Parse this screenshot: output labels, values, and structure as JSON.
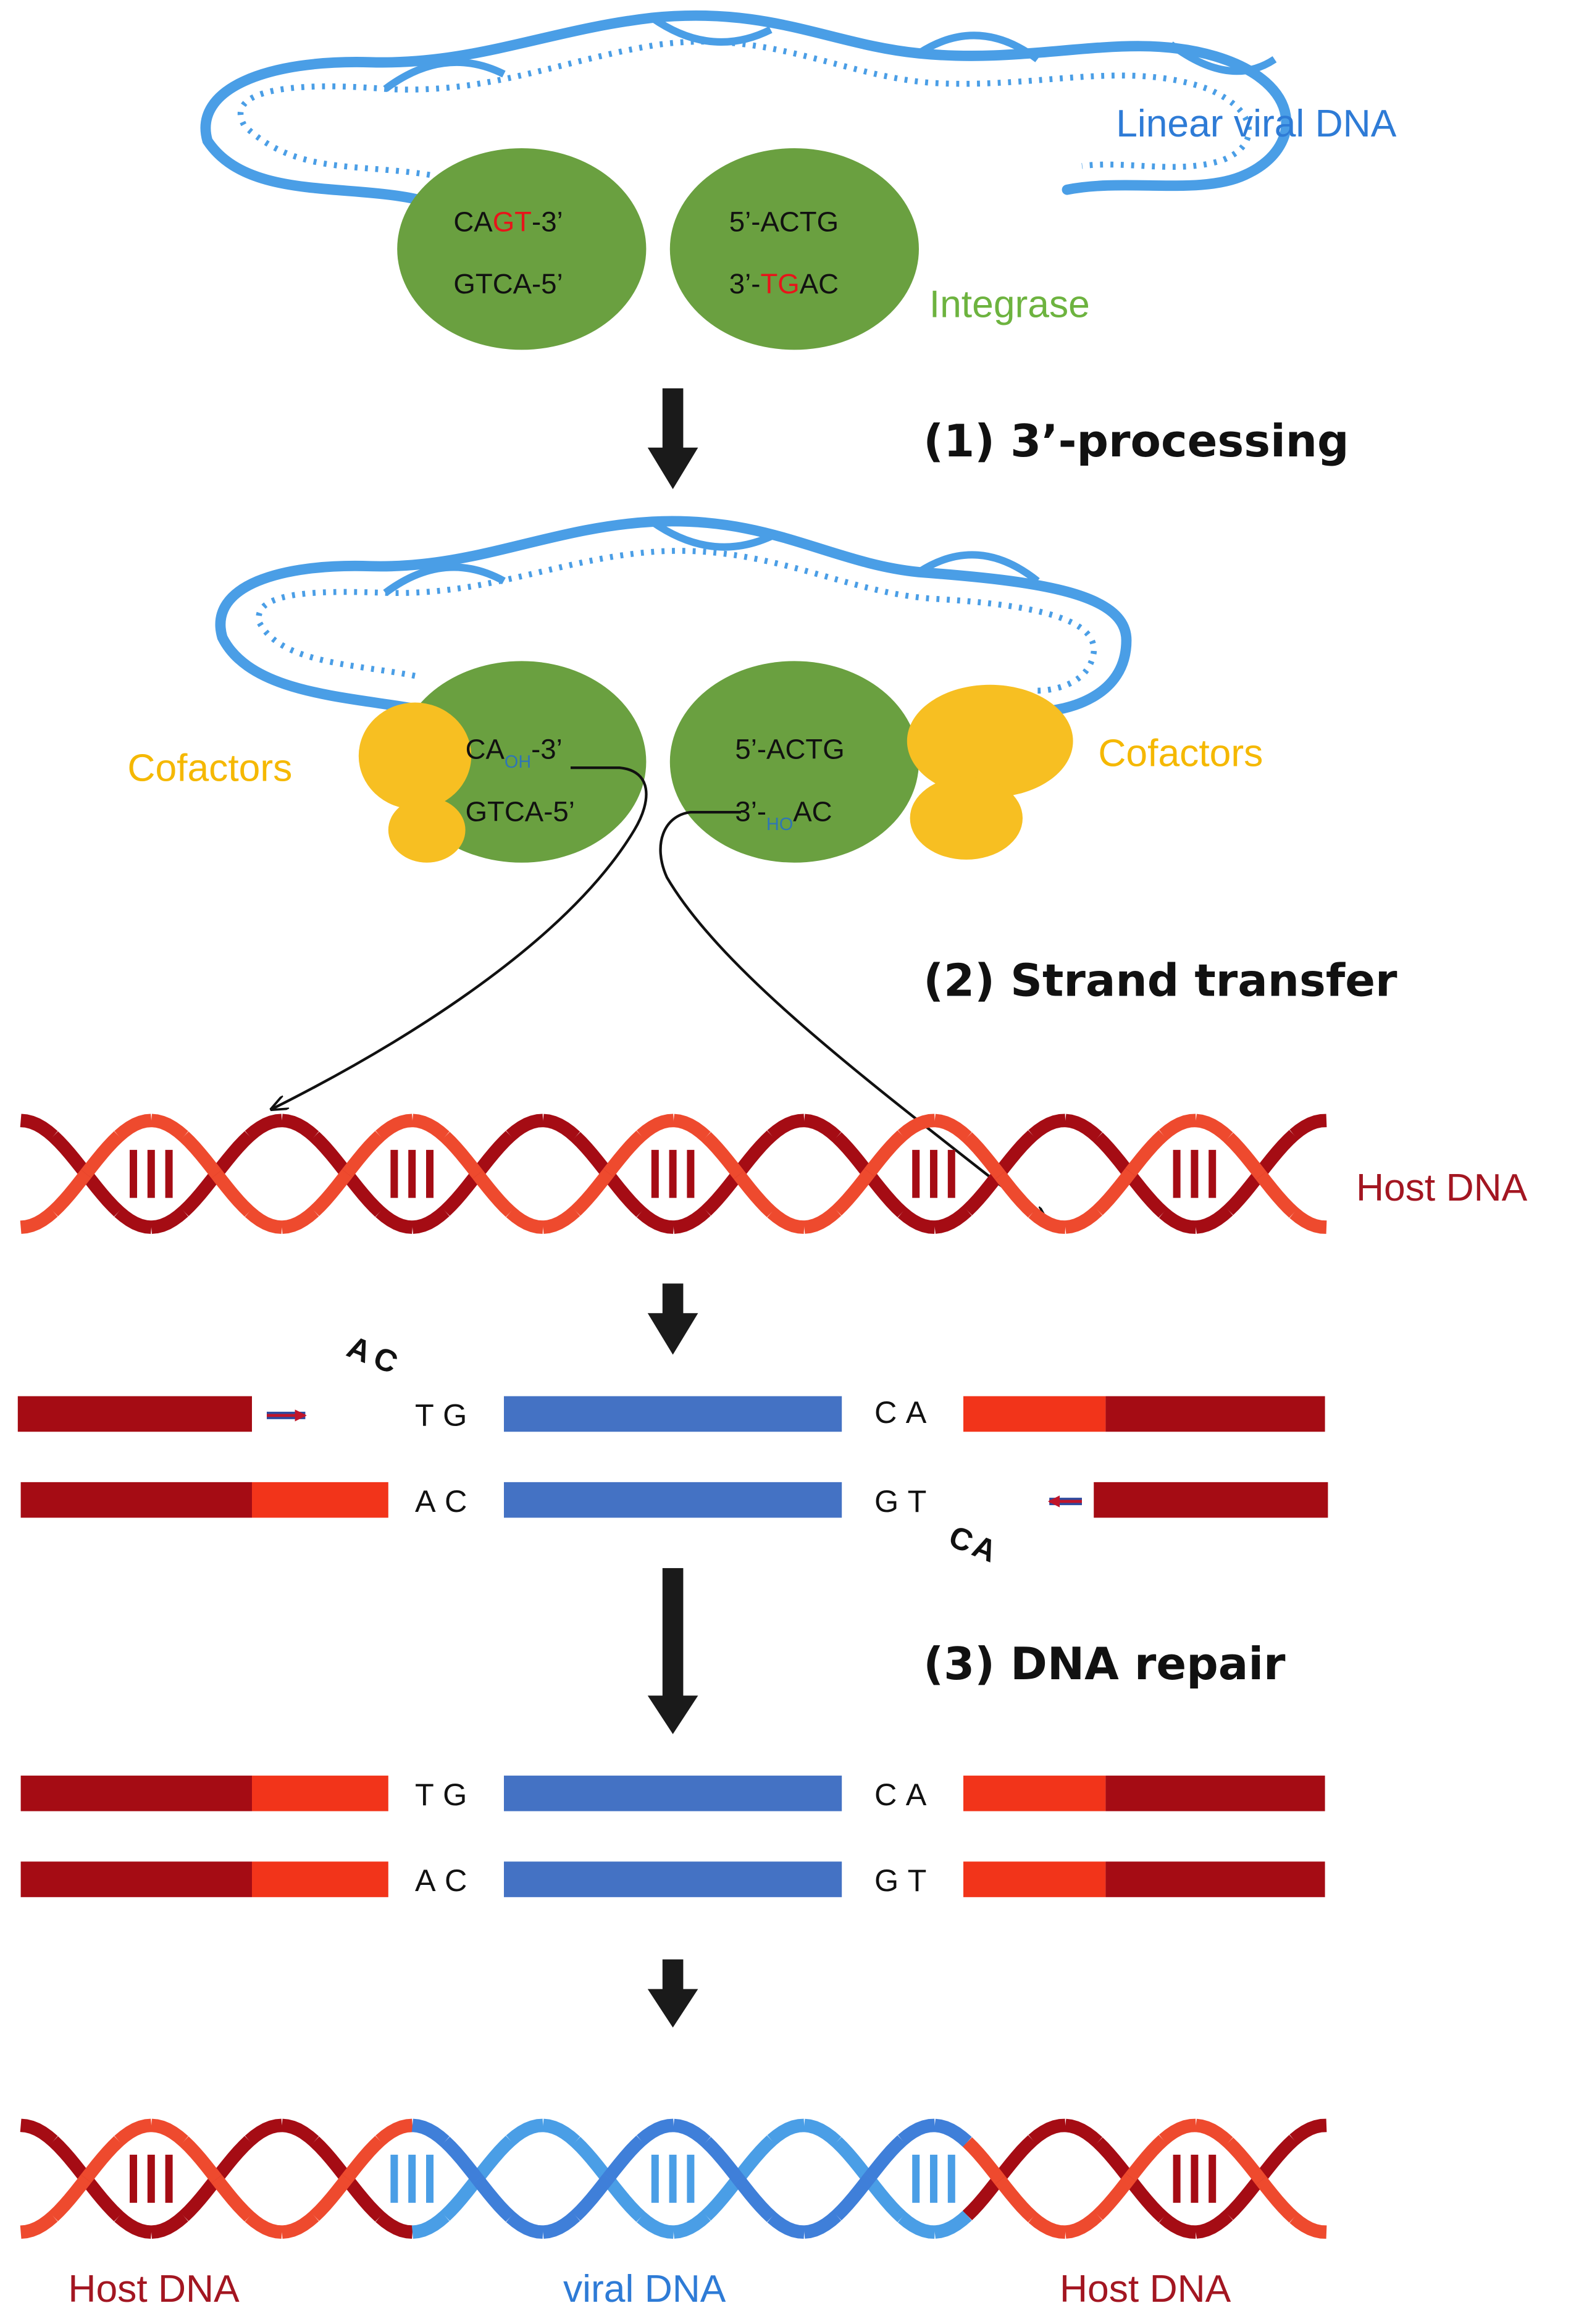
{
  "colors": {
    "viral_blue": "#4a9ee6",
    "viral_bar": "#4472c4",
    "host_dark": "#a50c14",
    "host_light": "#ee4a2e",
    "host_bar_light": "#f2341a",
    "integrase": "#6aa040",
    "cofactor": "#f7bf22",
    "label_blue": "#2e7bd6",
    "label_green": "#6db33f",
    "label_orange": "#f5b800",
    "label_red": "#a31621",
    "highlight_red": "#e8141a",
    "hydroxyl_blue": "#2e75b6",
    "arrow": "#1a1a1a"
  },
  "labels": {
    "linear_viral_dna": "Linear viral DNA",
    "integrase": "Integrase",
    "cofactors_left": "Cofactors",
    "cofactors_right": "Cofactors",
    "host_dna_mid": "Host DNA",
    "host_dna_bottom_left": "Host DNA",
    "viral_dna_bottom": "viral DNA",
    "host_dna_bottom_right": "Host DNA"
  },
  "steps": {
    "step1": "(1) 3’-processing",
    "step2": "(2) Strand transfer",
    "step3": "(3) DNA repair"
  },
  "stage1": {
    "left_top_a": "CA",
    "left_top_b": "GT",
    "left_top_c": "-3’",
    "left_bottom": "GTCA-5’",
    "right_top": "5’-ACTG",
    "right_bottom_a": "3’-",
    "right_bottom_b": "TG",
    "right_bottom_c": "AC"
  },
  "stage2": {
    "left_top_a": "CA",
    "left_top_sub": "OH",
    "left_top_c": "-3’",
    "left_bottom": "GTCA-5’",
    "right_top": "5’-ACTG",
    "right_bottom_a": "3’-",
    "right_bottom_sub": "HO",
    "right_bottom_c": "AC"
  },
  "intermediate": {
    "cleaved_top": "AC",
    "tg_top": "TG",
    "ca_top": "CA",
    "ac_bottom": "AC",
    "gt_bottom": "GT",
    "cleaved_bottom": "CA"
  },
  "repaired": {
    "tg_top": "TG",
    "ca_top": "CA",
    "ac_bottom": "AC",
    "gt_bottom": "GT"
  }
}
